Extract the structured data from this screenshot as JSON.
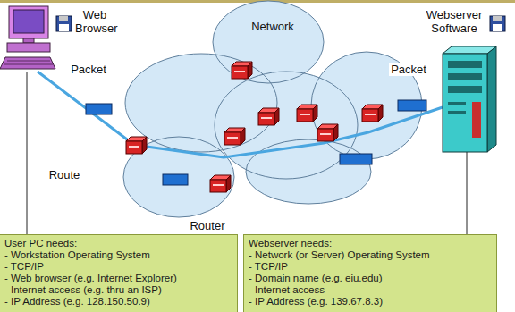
{
  "diagram": {
    "nodes": [
      {
        "text": [
          "User PC needs:",
          "- Workstation Operating System",
          "- TCP/IP",
          "- Web browser (e.g. Internet Explorer)",
          "- Internet access (e.g. thru an ISP)",
          "- IP Address (e.g. 128.150.50.9)"
        ]
      },
      {
        "text": [
          "Webserver needs:",
          "- Network (or Server) Operating System",
          "- TCP/IP",
          "- Domain name (e.g. eiu.edu)",
          "- Internet access",
          "- IP Address (e.g. 139.67.8.3)"
        ]
      }
    ],
    "labels": [
      "Web Browser",
      "Webserver Software",
      "Network",
      "Packet",
      "Packet",
      "Route",
      "Router"
    ]
  }
}
